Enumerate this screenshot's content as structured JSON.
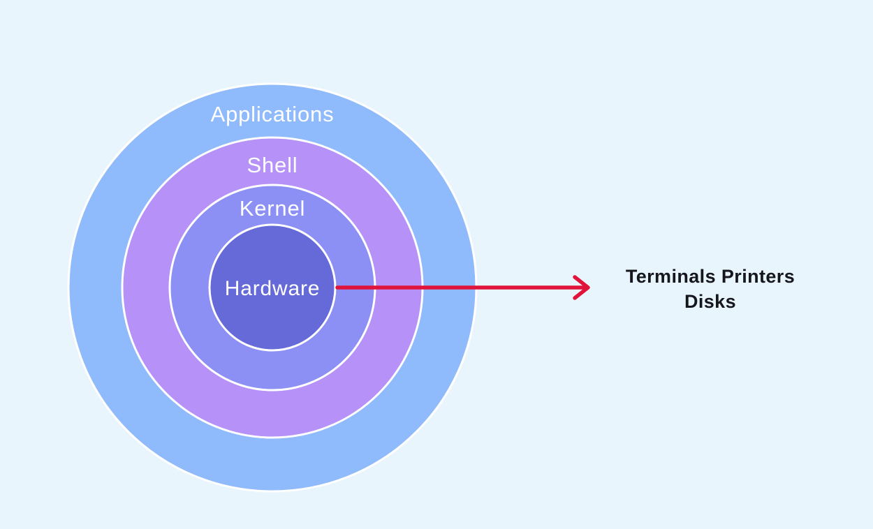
{
  "diagram": {
    "background_color": "#e9f5fd",
    "ring_border_color": "#ffffff",
    "layers": [
      {
        "label": "Applications",
        "color": "#8fbafb"
      },
      {
        "label": "Shell",
        "color": "#b591f8"
      },
      {
        "label": "Kernel",
        "color": "#8c8ff3"
      },
      {
        "label": "Hardware",
        "color": "#666ad9"
      }
    ],
    "callout": {
      "line1": "Terminals Printers",
      "line2": "Disks",
      "arrow_color": "#e0143a",
      "text_color": "#15171c"
    }
  }
}
